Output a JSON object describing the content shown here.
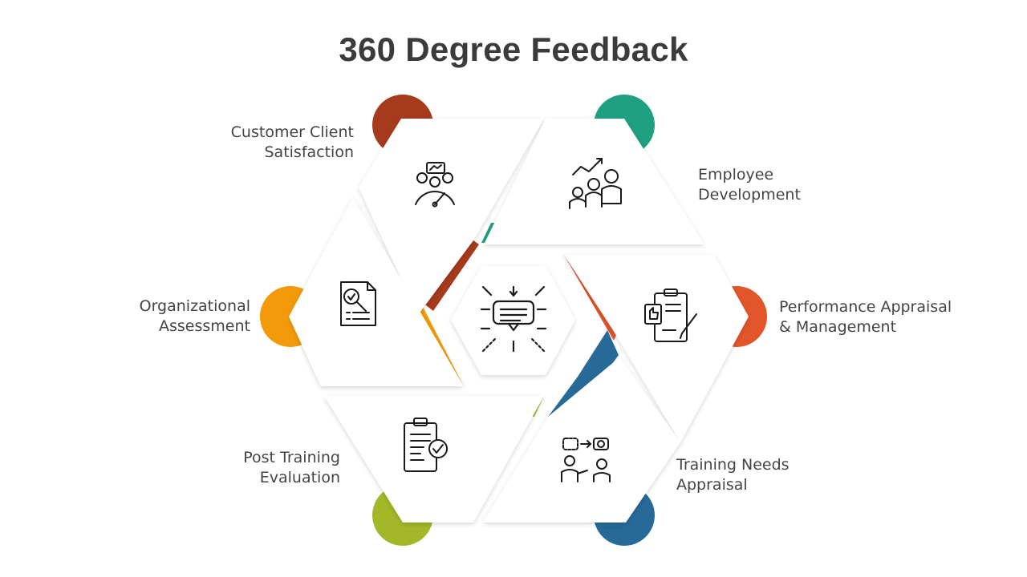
{
  "title": "360 Degree Feedback",
  "colors": {
    "red": "#A63A1C",
    "teal": "#1FA080",
    "orange": "#E2552A",
    "blue": "#276A98",
    "green": "#A3B828",
    "amber": "#F39A0B"
  },
  "center": {
    "icon": "feedback-convergence-icon"
  },
  "segments": [
    {
      "key": "customer",
      "label_lines": [
        "Customer Client",
        "Satisfaction"
      ],
      "icon": "customer-satisfaction-gauge-icon",
      "color_key": "red"
    },
    {
      "key": "employee",
      "label_lines": [
        "Employee",
        "Development"
      ],
      "icon": "employee-growth-icon",
      "color_key": "teal"
    },
    {
      "key": "performance",
      "label_lines": [
        "Performance Appraisal",
        "& Management"
      ],
      "icon": "performance-clipboard-icon",
      "color_key": "orange"
    },
    {
      "key": "training_needs",
      "label_lines": [
        "Training Needs",
        "Appraisal"
      ],
      "icon": "training-discussion-icon",
      "color_key": "blue"
    },
    {
      "key": "post_training",
      "label_lines": [
        "Post Training",
        "Evaluation"
      ],
      "icon": "checklist-approved-icon",
      "color_key": "green"
    },
    {
      "key": "organizational",
      "label_lines": [
        "Organizational",
        "Assessment"
      ],
      "icon": "document-search-icon",
      "color_key": "amber"
    }
  ]
}
